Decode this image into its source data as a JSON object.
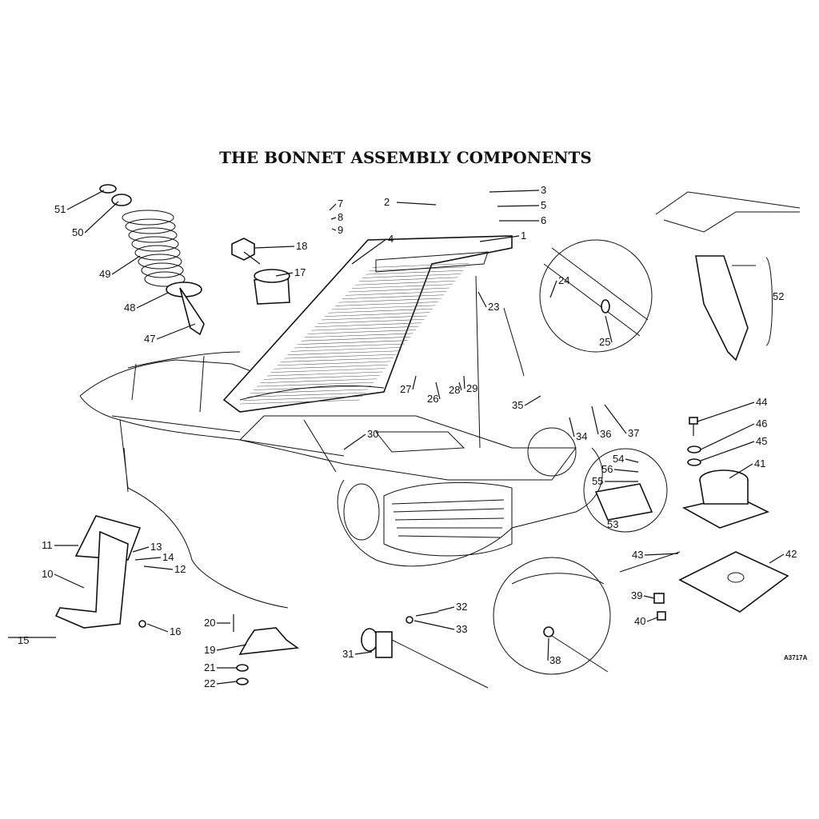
{
  "title": "THE BONNET ASSEMBLY COMPONENTS",
  "drawing_ref": "A3717A",
  "callouts": [
    "1",
    "2",
    "3",
    "4",
    "5",
    "6",
    "7",
    "8",
    "9",
    "10",
    "11",
    "12",
    "13",
    "14",
    "15",
    "16",
    "17",
    "18",
    "19",
    "20",
    "21",
    "22",
    "23",
    "24",
    "25",
    "26",
    "27",
    "28",
    "29",
    "30",
    "31",
    "32",
    "33",
    "34",
    "35",
    "36",
    "37",
    "38",
    "39",
    "40",
    "41",
    "42",
    "43",
    "44",
    "45",
    "46",
    "47",
    "48",
    "49",
    "50",
    "51",
    "52",
    "53",
    "54",
    "55",
    "56"
  ]
}
